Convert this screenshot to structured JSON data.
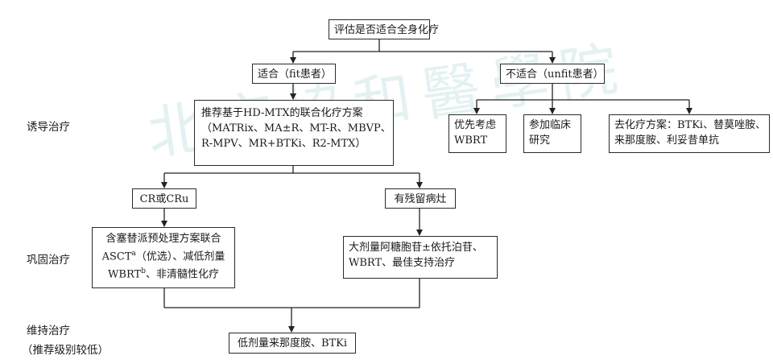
{
  "watermark": "北京協和醫學院",
  "stages": {
    "induction": "诱导治疗",
    "consolidation": "巩固治疗",
    "maintenance": "维持治疗",
    "maintenance_note": "（推荐级别较低）"
  },
  "nodes": {
    "root": "评估是否适合全身化疗",
    "fit": "适合（fit患者）",
    "unfit": "不适合（unfit患者）",
    "hdmtx": {
      "line1": "推荐基于HD-MTX的联合化疗方案",
      "line2": "（MATRix、MA±R、MT-R、MBVP、",
      "line3": "R-MPV、MR+BTKi、R2-MTX）"
    },
    "wbrt_first": {
      "line1": "优先考虑",
      "line2": "WBRT"
    },
    "clinical_trial": {
      "line1": "参加临床",
      "line2": "研究"
    },
    "chemo_free": {
      "line1": "去化疗方案：BTKi、替莫唑胺、",
      "line2": "来那度胺、利妥昔单抗"
    },
    "cr": "CR或CRu",
    "residual": "有残留病灶",
    "consol_cr": {
      "line1": "含塞替派预处理方案联合",
      "line2": "ASCT",
      "line2_sup": "a",
      "line2_rest": "（优选）、减低剂量",
      "line3": "WBRT",
      "line3_sup": "b",
      "line3_rest": "、非清髓性化疗"
    },
    "consol_res": {
      "line1": "大剂量阿糖胞苷±依托泊苷、",
      "line2": "WBRT、最佳支持治疗"
    },
    "maint": "低剂量来那度胺、BTKi"
  }
}
